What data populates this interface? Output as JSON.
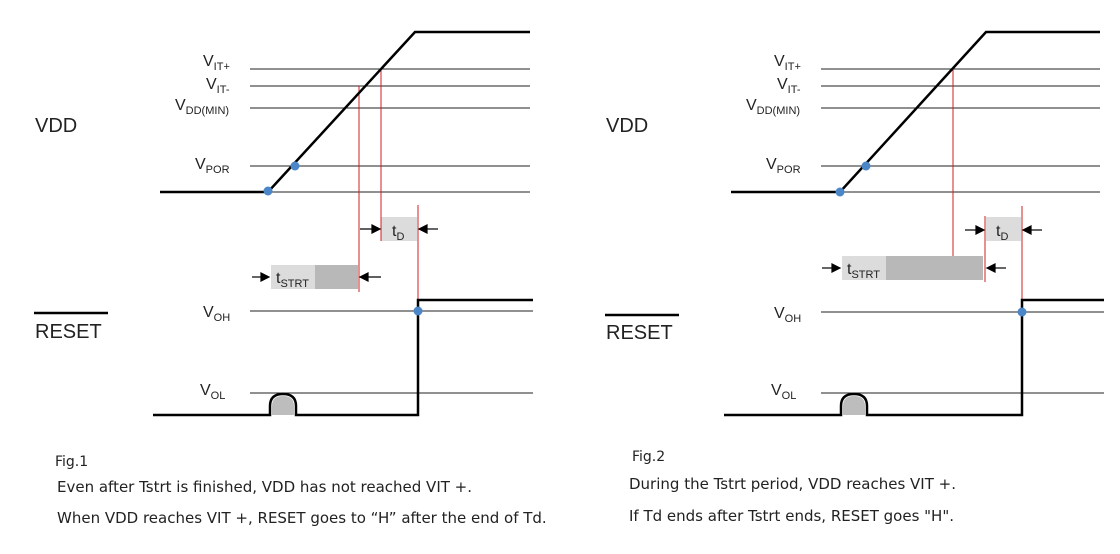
{
  "labels": {
    "vdd": "VDD",
    "reset": "RESET",
    "v": "V",
    "t": "t",
    "sub_it_plus": "IT+",
    "sub_it_minus": "IT-",
    "sub_dd_min": "DD(MIN)",
    "sub_por": "POR",
    "sub_oh": "OH",
    "sub_ol": "OL",
    "sub_d": "D",
    "sub_strt": "STRT"
  },
  "fig1": {
    "caption": "Fig.1",
    "line1": "Even after Tstrt is finished, VDD has not reached VIT +.",
    "line2": "When VDD reaches VIT +, RESET goes to “H” after the end of Td."
  },
  "fig2": {
    "caption": "Fig.2",
    "line1": "During the Tstrt period, VDD reaches VIT +.",
    "line2": "If Td ends after Tstrt ends, RESET goes \"H\"."
  },
  "colors": {
    "trace": "#000000",
    "ref_line": "#222222",
    "marker_line": "#cc2222",
    "dot": "#4a86c8",
    "box_light": "#dcdcdc",
    "box_dark": "#b8b8b8"
  }
}
